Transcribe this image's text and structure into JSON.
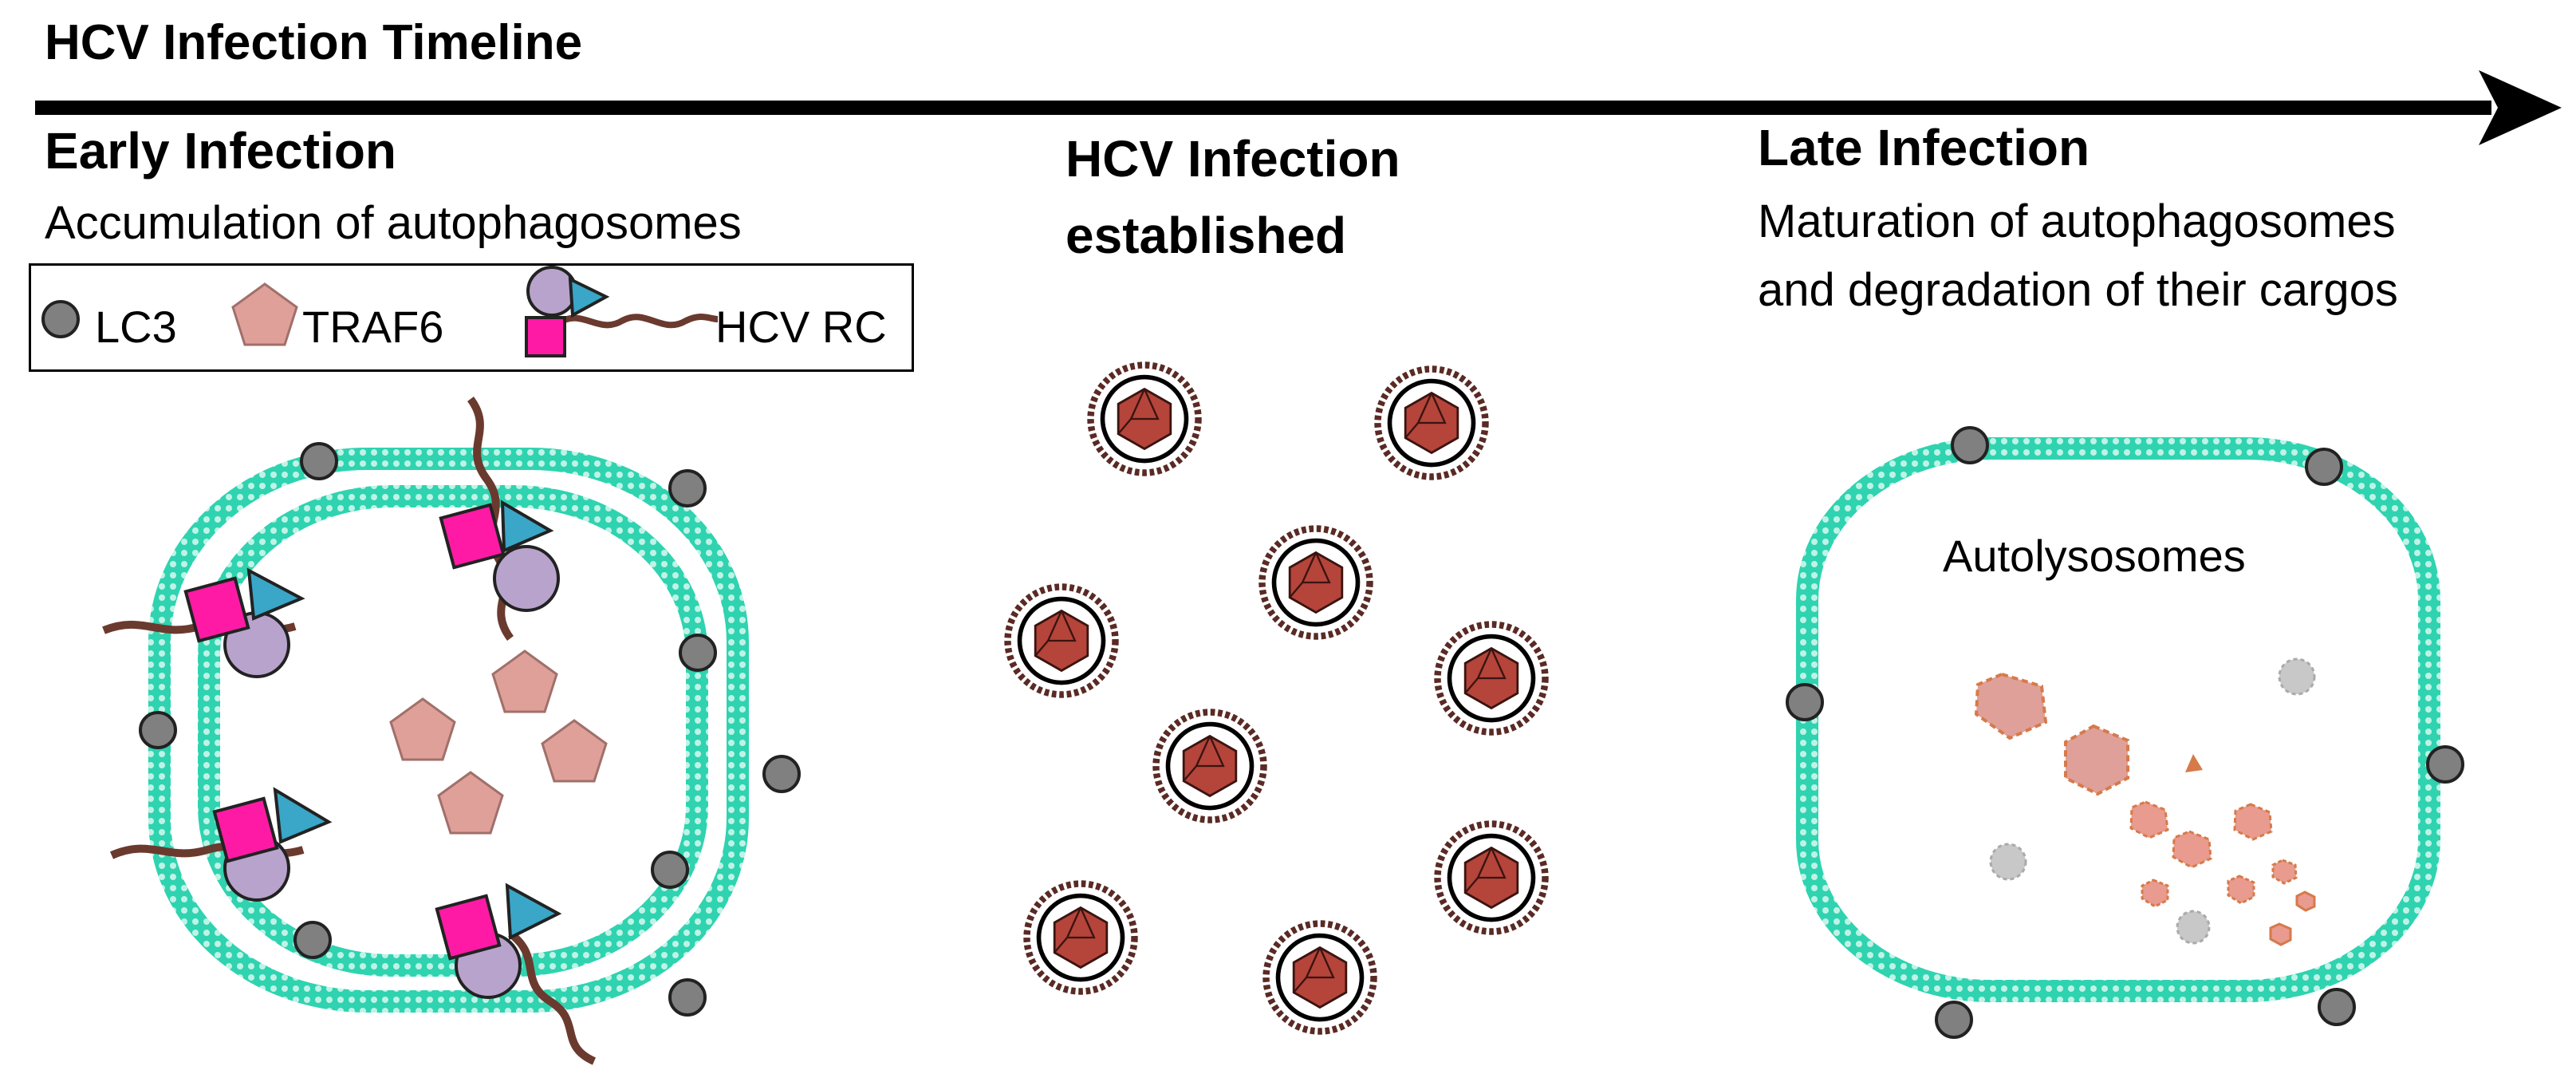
{
  "title": "HCV Infection Timeline",
  "sections": {
    "early": {
      "heading": "Early Infection",
      "subtitle": "Accumulation of autophagosomes"
    },
    "established": {
      "heading_line1": "HCV Infection",
      "heading_line2": "established"
    },
    "late": {
      "heading": "Late Infection",
      "subtitle_line1": "Maturation of autophagosomes",
      "subtitle_line2": "and degradation of their cargos",
      "vesicle_label": "Autolysosomes"
    }
  },
  "legend": {
    "lc3": "LC3",
    "traf6": "TRAF6",
    "hcv_rc": "HCV RC"
  },
  "colors": {
    "membrane": "#2fd3b0",
    "lc3": "#808080",
    "traf6": "#e0a09a",
    "rc_circle": "#b8a3cc",
    "rc_square": "#ff1aa6",
    "rc_triangle": "#3aa6c8",
    "rna": "#6b3a2e",
    "virion": "#b5443a",
    "degraded": "#e89b8e"
  }
}
